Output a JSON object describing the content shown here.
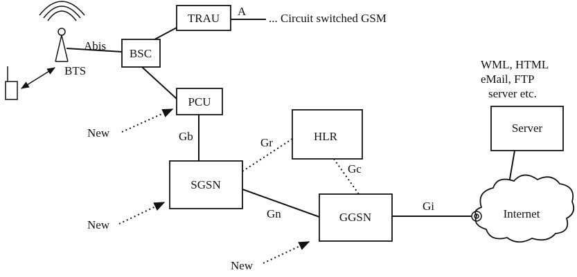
{
  "nodes": {
    "trau": "TRAU",
    "bsc": "BSC",
    "pcu": "PCU",
    "hlr": "HLR",
    "sgsn": "SGSN",
    "ggsn": "GGSN",
    "server": "Server",
    "internet": "Internet",
    "bts": "BTS"
  },
  "interfaces": {
    "a": "A",
    "abis": "Abis",
    "gb": "Gb",
    "gr": "Gr",
    "gc": "Gc",
    "gn": "Gn",
    "gi": "Gi"
  },
  "notes": {
    "circuit": "... Circuit switched GSM",
    "server_line1": "WML, HTML",
    "server_line2": "eMail, FTP",
    "server_line3": "server etc.",
    "new_pcu": "New",
    "new_sgsn": "New",
    "new_ggsn": "New"
  }
}
